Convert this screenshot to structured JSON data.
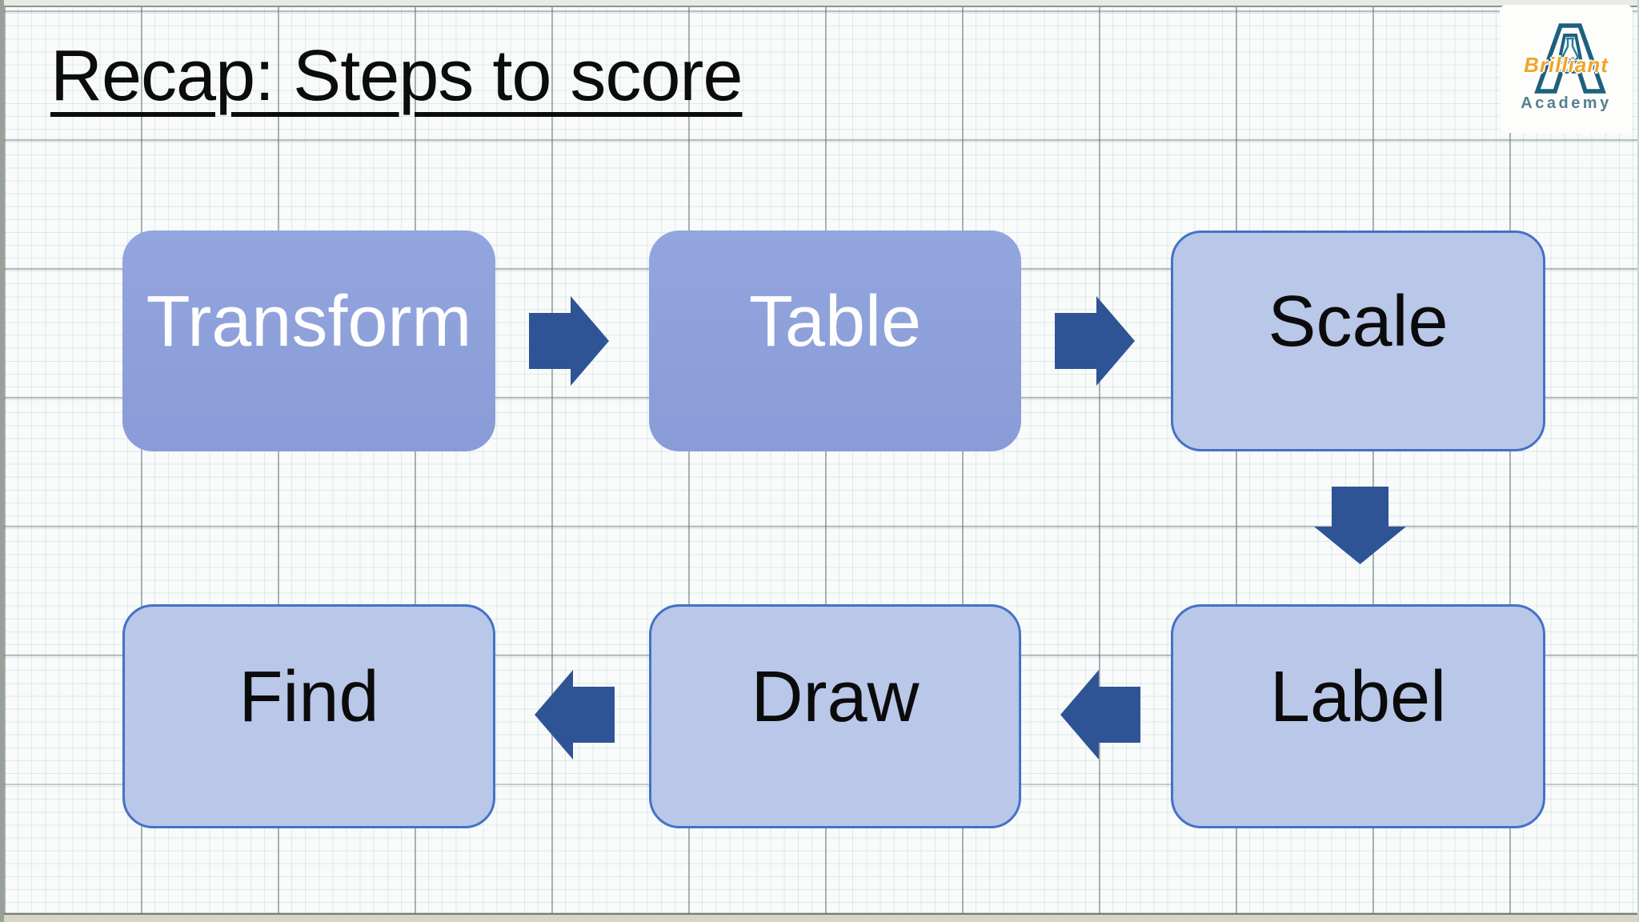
{
  "title": "Recap: Steps to score",
  "logo": {
    "brand": "Brilliant",
    "suffix": "Academy"
  },
  "steps": {
    "transform": "Transform",
    "table": "Table",
    "scale": "Scale",
    "label": "Label",
    "draw": "Draw",
    "find": "Find"
  },
  "diagram": {
    "type": "flow",
    "sequence": [
      "Transform",
      "Table",
      "Scale",
      "Label",
      "Draw",
      "Find"
    ],
    "connectors": [
      {
        "from": "Transform",
        "to": "Table",
        "direction": "right"
      },
      {
        "from": "Table",
        "to": "Scale",
        "direction": "right"
      },
      {
        "from": "Scale",
        "to": "Label",
        "direction": "down"
      },
      {
        "from": "Label",
        "to": "Draw",
        "direction": "left"
      },
      {
        "from": "Draw",
        "to": "Find",
        "direction": "left"
      }
    ]
  },
  "icons": {
    "arrow_right": "solid right-pointing block arrow",
    "arrow_down": "solid down-pointing block arrow",
    "arrow_left": "solid left-pointing block arrow",
    "logo_mark": "outlined letter A with laboratory flask"
  },
  "colors": {
    "step_fill_strong": "#8C9FDA",
    "step_fill_light": "#B9C7E9",
    "step_border": "#4472C4",
    "step_text_strong": "#FFFFFF",
    "step_text_light": "#0B0B0B",
    "arrow": "#2F5496",
    "title_text": "#0C0C0C",
    "logo_orange": "#F0A42A",
    "logo_teal": "#1D6080",
    "logo_gray": "#55808E",
    "paper_background": "#F7FAF9"
  }
}
